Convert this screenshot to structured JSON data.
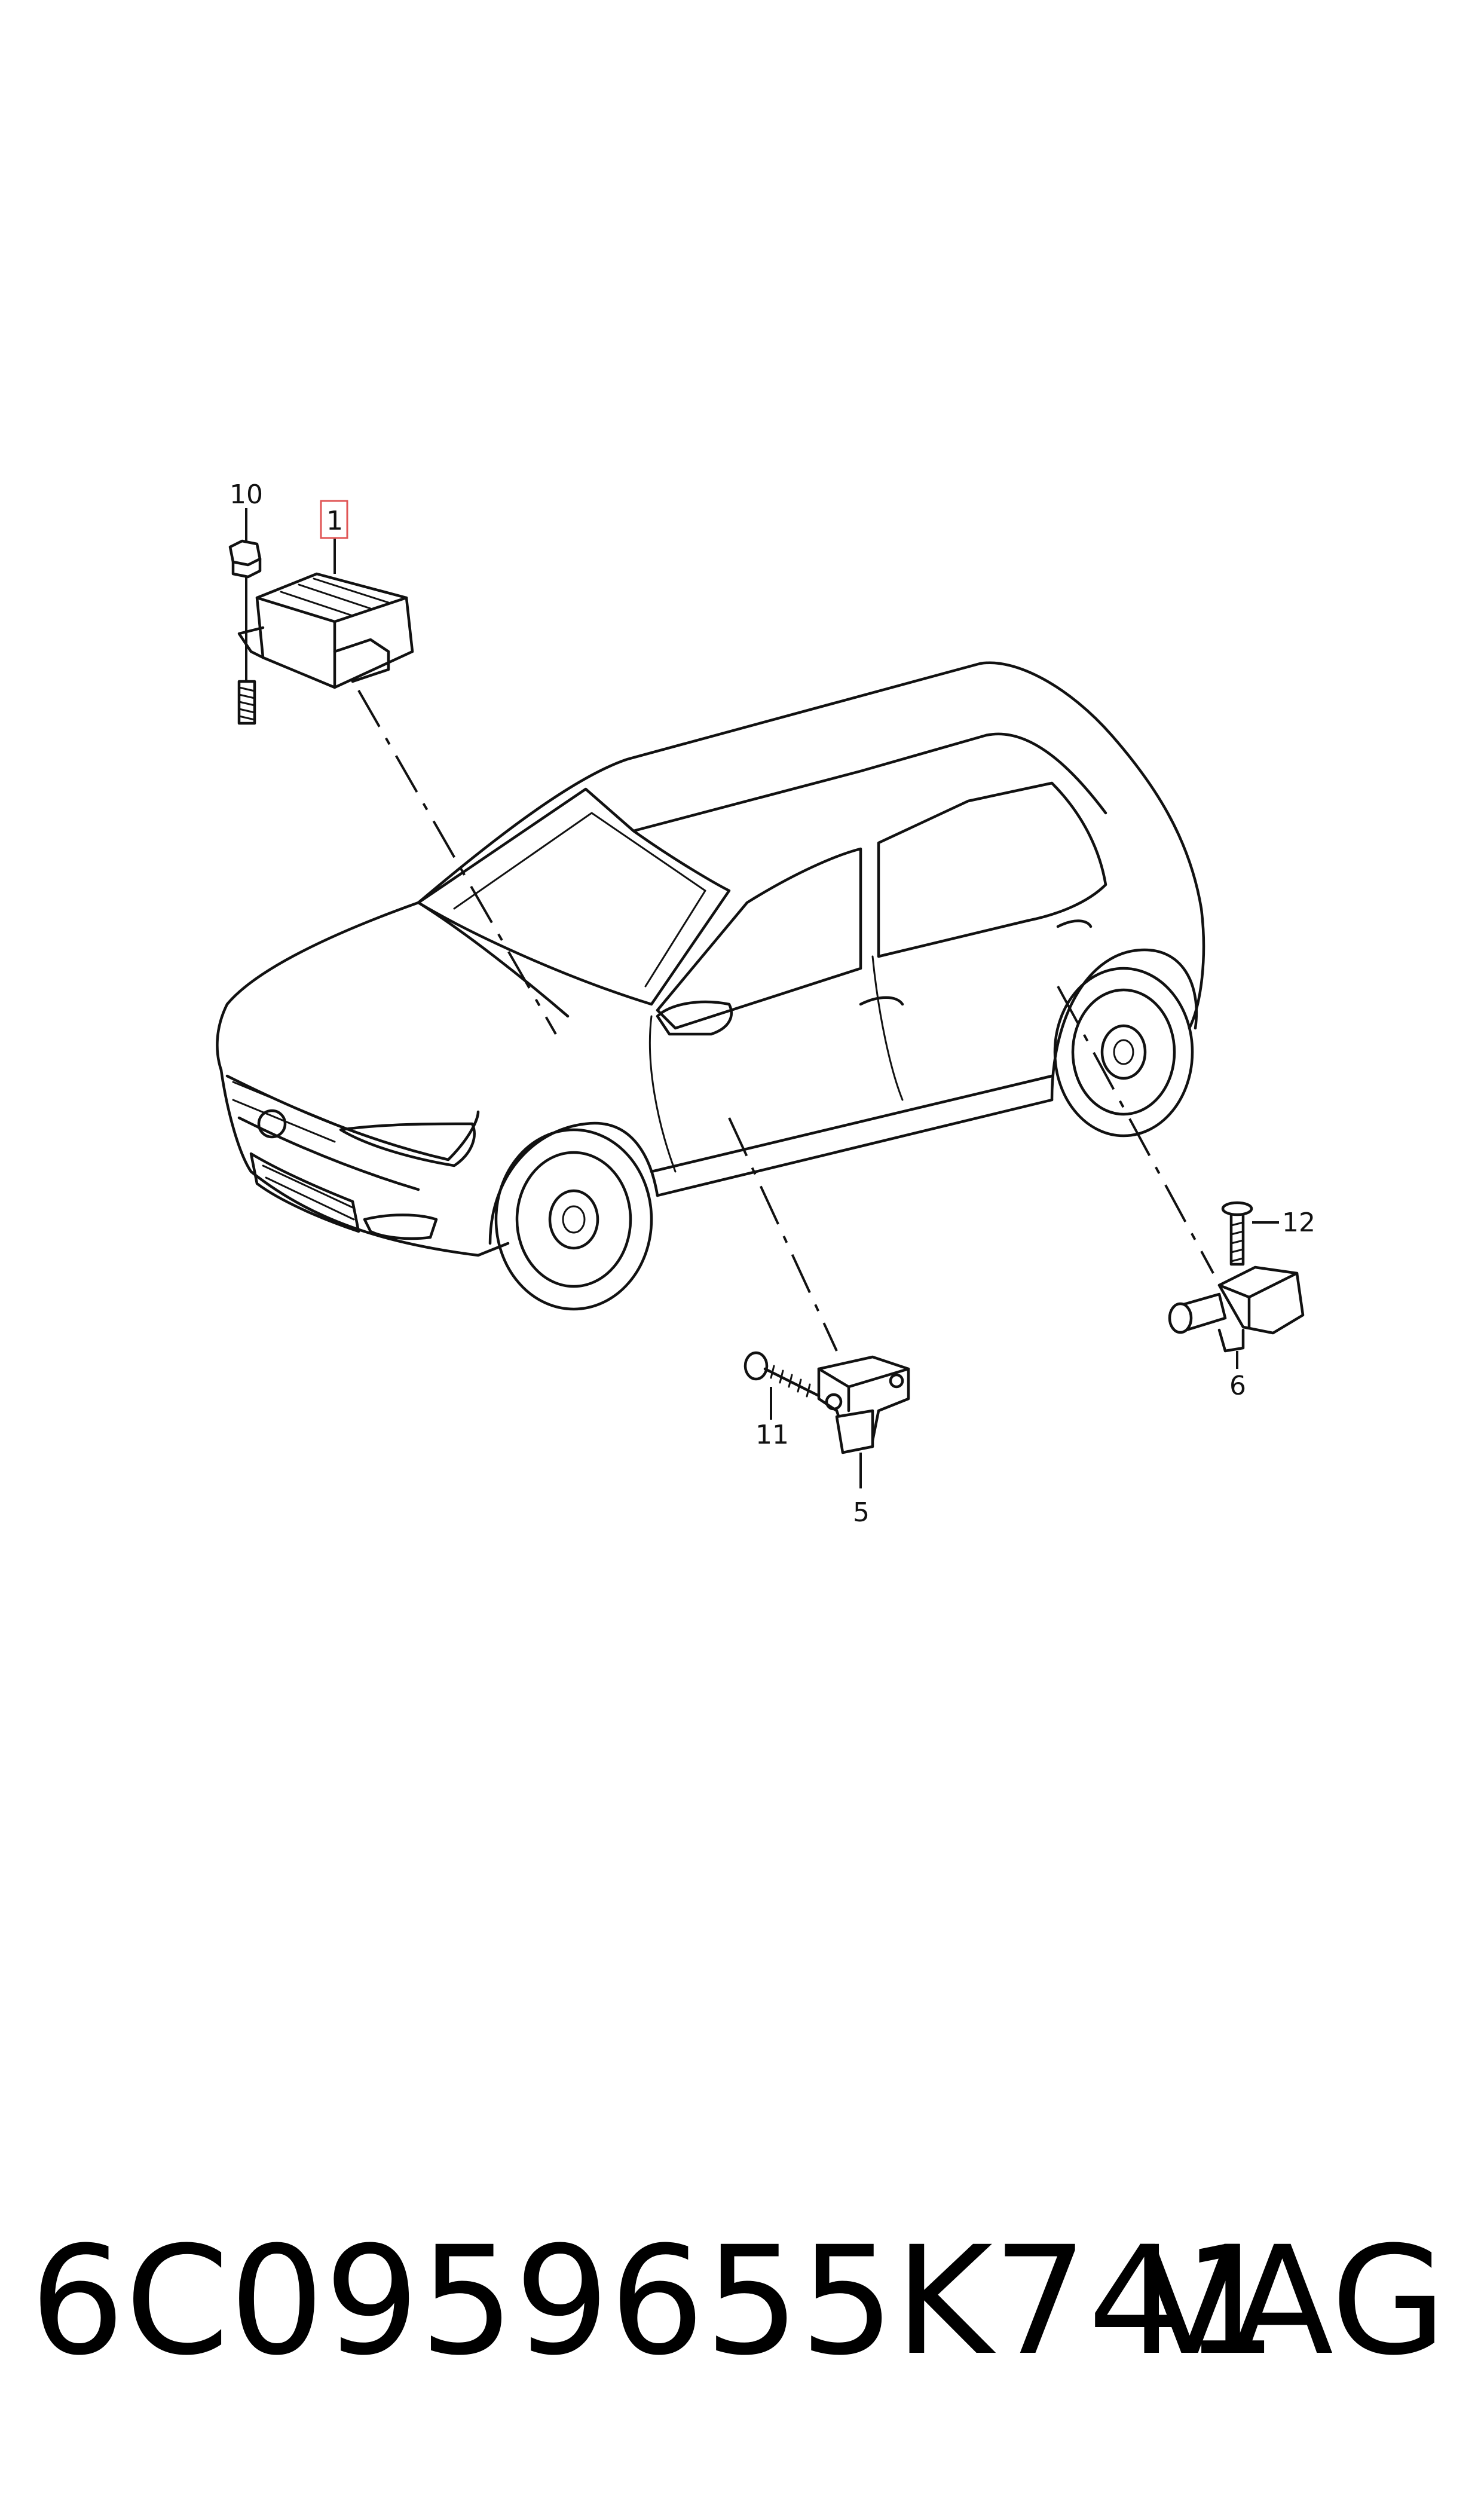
{
  "callouts": {
    "c1": "1",
    "c5": "5",
    "c6": "6",
    "c10": "10",
    "c11": "11",
    "c12": "12"
  },
  "footer": {
    "part_number": "6C0959655K741",
    "brand": "VAG"
  },
  "colors": {
    "line": "#111111",
    "highlight": "#e05555",
    "background": "#ffffff"
  }
}
